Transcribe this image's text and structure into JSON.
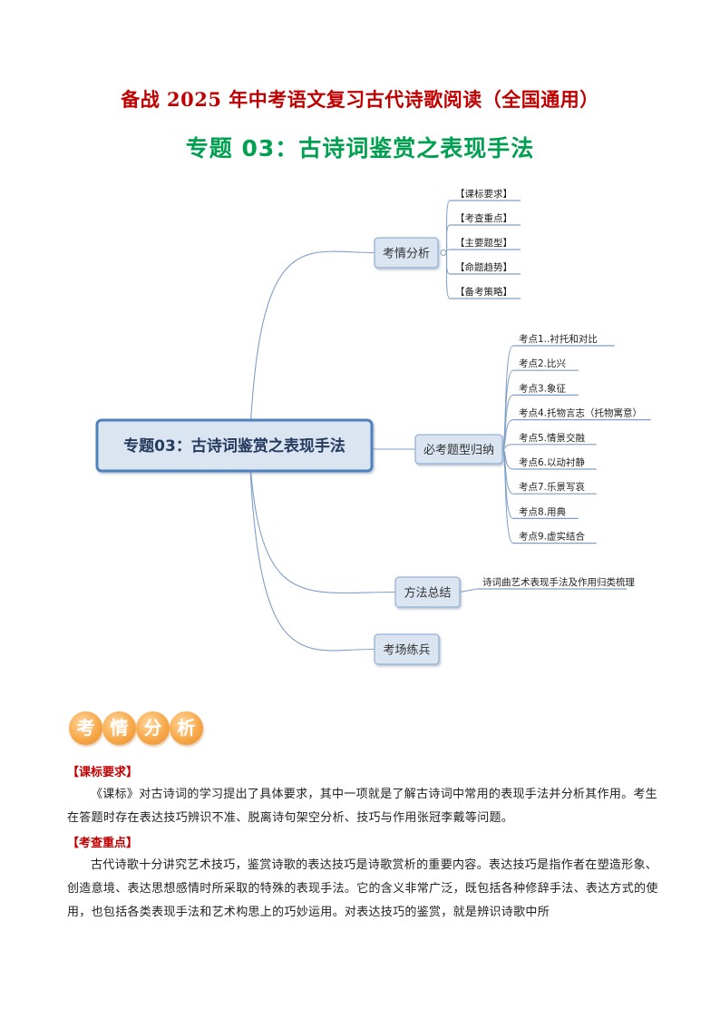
{
  "header": {
    "title_line1": "备战 2025 年中考语文复习古代诗歌阅读（全国通用）",
    "title_line2": "专题 03：古诗词鉴赏之表现手法"
  },
  "mindmap": {
    "root": "专题03：古诗词鉴赏之表现手法",
    "branches": [
      {
        "label": "考情分析",
        "children": [
          "【课标要求】",
          "【考查重点】",
          "【主要题型】",
          "【命题趋势】",
          "【备考策略】"
        ]
      },
      {
        "label": "必考题型归纳",
        "children": [
          "考点1..衬托和对比",
          "考点2.比兴",
          "考点3.象征",
          "考点4.托物言志（托物寓意）",
          "考点5.情景交融",
          "考点6.以动衬静",
          "考点7.乐景写哀",
          "考点8.用典",
          "考点9.虚实结合"
        ]
      },
      {
        "label": "方法总结",
        "children": [
          "诗词曲艺术表现手法及作用归类梳理"
        ]
      },
      {
        "label": "考场练兵",
        "children": []
      }
    ]
  },
  "banner": {
    "chars": [
      "考",
      "情",
      "分",
      "析"
    ]
  },
  "sections": [
    {
      "heading": "【课标要求】",
      "paragraph": "《课标》对古诗词的学习提出了具体要求，其中一项就是了解古诗词中常用的表现手法并分析其作用。考生在答题时存在表达技巧辨识不准、脱离诗句架空分析、技巧与作用张冠李戴等问题。"
    },
    {
      "heading": "【考查重点】",
      "paragraph": "古代诗歌十分讲究艺术技巧，鉴赏诗歌的表达技巧是诗歌赏析的重要内容。表达技巧是指作者在塑造形象、创造意境、表达思想感情时所采取的特殊的表现手法。它的含义非常广泛，既包括各种修辞手法、表达方式的使用，也包括各类表现手法和艺术构思上的巧妙运用。对表达技巧的鉴赏，就是辨识诗歌中所"
    }
  ],
  "colors": {
    "title_red": "#c00000",
    "title_green": "#00a050",
    "node_fill": "#dbe5f1",
    "node_border": "#95b3d7",
    "root_border": "#4f81bd",
    "connector": "#7f9fc8",
    "banner_orange": "#f7a94a"
  }
}
